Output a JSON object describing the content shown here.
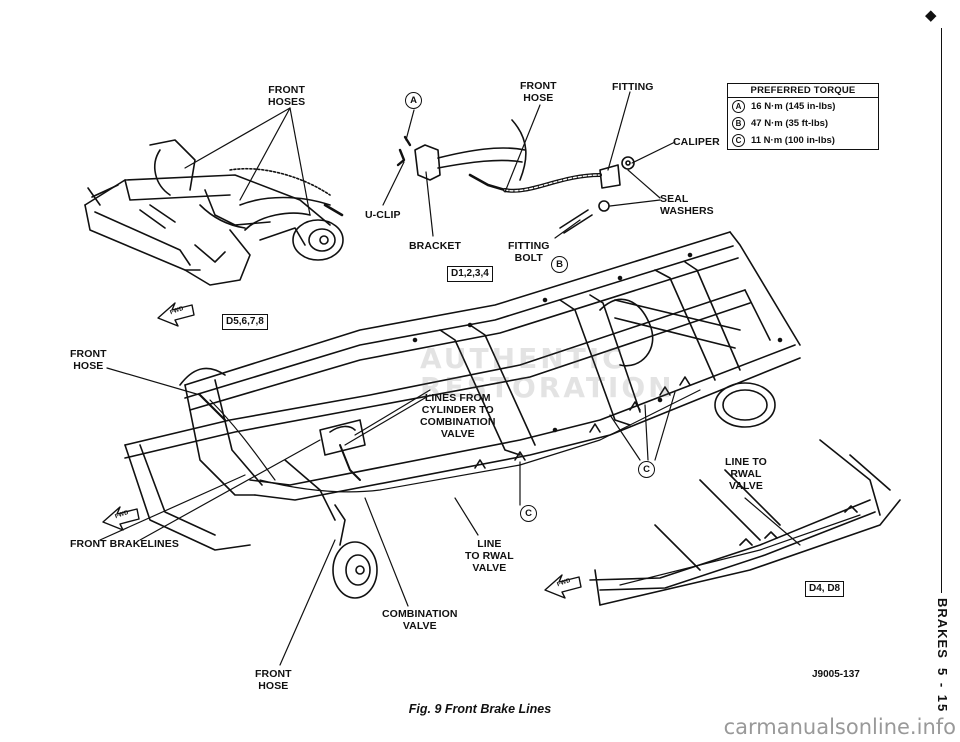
{
  "labels": {
    "front_hoses": "FRONT\nHOSES",
    "front_hose_top": "FRONT\nHOSE",
    "fitting": "FITTING",
    "caliper": "CALIPER",
    "seal_washers": "SEAL\nWASHERS",
    "u_clip": "U-CLIP",
    "bracket": "BRACKET",
    "fitting_bolt": "FITTING\nBOLT",
    "front_hose_left": "FRONT\nHOSE",
    "lines_from_cylinder": "LINES FROM\nCYLINDER TO\nCOMBINATION\nVALVE",
    "line_to_rwal_right": "LINE TO\nRWAL\nVALVE",
    "line_to_rwal_center": "LINE\nTO RWAL\nVALVE",
    "front_brakelines": "FRONT BRAKELINES",
    "combination_valve": "COMBINATION\nVALVE",
    "front_hose_bottom": "FRONT\nHOSE"
  },
  "callouts": {
    "a": "A",
    "b": "B",
    "c": "C"
  },
  "model_codes": {
    "d1234": "D1,2,3,4",
    "d5678": "D5,6,7,8",
    "d4d8": "D4, D8"
  },
  "fwd_label": "FWD",
  "torque_table": {
    "title": "PREFERRED TORQUE",
    "rows": [
      {
        "key": "A",
        "value": "16 N·m (145 in-lbs)"
      },
      {
        "key": "B",
        "value": "47 N·m (35 ft-lbs)"
      },
      {
        "key": "C",
        "value": "11 N·m (100 in-lbs)"
      }
    ]
  },
  "figure_code": "J9005-137",
  "caption": "Fig. 9 Front Brake Lines",
  "side": {
    "title": "BRAKES",
    "page": "5 - 15"
  },
  "watermark": {
    "line1": "AUTHENTIC",
    "line2": "RESTORATION"
  },
  "site_footer": "carmanualsonline.info"
}
